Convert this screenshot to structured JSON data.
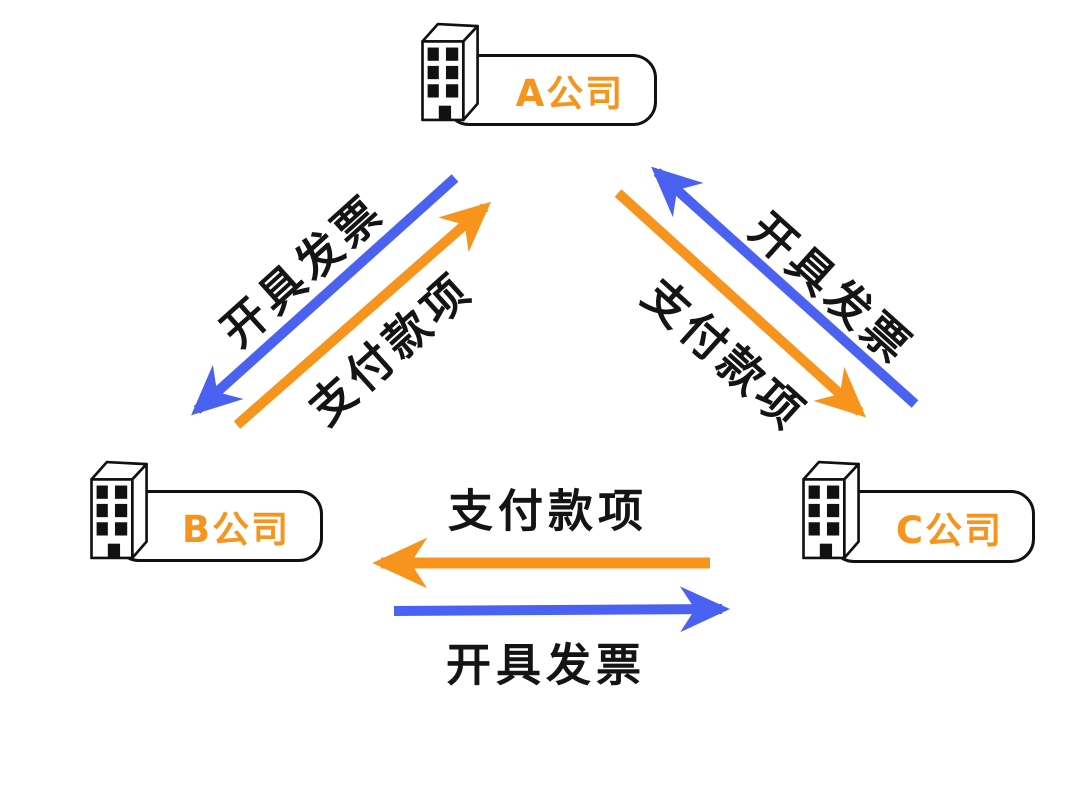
{
  "page": {
    "background": "#ffffff"
  },
  "diagram": {
    "type": "triangle-flow",
    "nodes": [
      {
        "id": "A",
        "label": "A公司",
        "icon": "building-icon"
      },
      {
        "id": "B",
        "label": "B公司",
        "icon": "building-icon"
      },
      {
        "id": "C",
        "label": "C公司",
        "icon": "building-icon"
      }
    ],
    "edges": [
      {
        "from": "A",
        "to": "B",
        "label": "开具发票",
        "color": "#4B61F1"
      },
      {
        "from": "B",
        "to": "A",
        "label": "支付款项",
        "color": "#F7941D"
      },
      {
        "from": "C",
        "to": "A",
        "label": "开具发票",
        "color": "#4B61F1"
      },
      {
        "from": "A",
        "to": "C",
        "label": "支付款项",
        "color": "#F7941D"
      },
      {
        "from": "B",
        "to": "C",
        "label": "开具发票",
        "color": "#4B61F1"
      },
      {
        "from": "C",
        "to": "B",
        "label": "支付款项",
        "color": "#F7941D"
      }
    ],
    "colors": {
      "invoice_blue": "#4B61F1",
      "payment_orange": "#F7941D",
      "node_label_orange": "#F7941E",
      "edge_text": "#141414",
      "outline": "#111111"
    }
  }
}
